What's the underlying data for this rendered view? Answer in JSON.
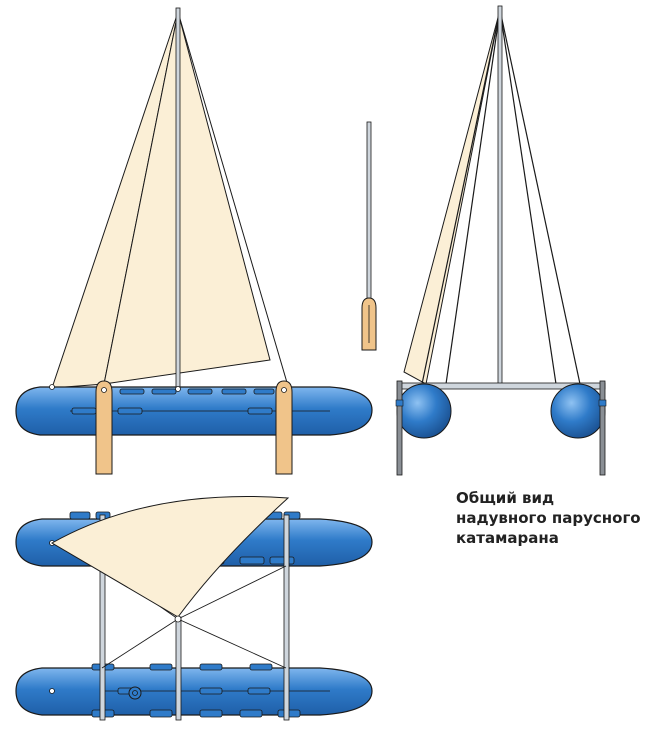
{
  "caption": {
    "line1": "Общий вид",
    "line2": "надувного парусного",
    "line3": "катамарана"
  },
  "colors": {
    "hull": "#2f7bc9",
    "hull_dark": "#1f5fa8",
    "hull_light": "#7fb6ee",
    "sail": "#fbefd6",
    "board": "#f0c48a",
    "stroke": "#1a1a1a",
    "mast": "#cfd6dd"
  }
}
